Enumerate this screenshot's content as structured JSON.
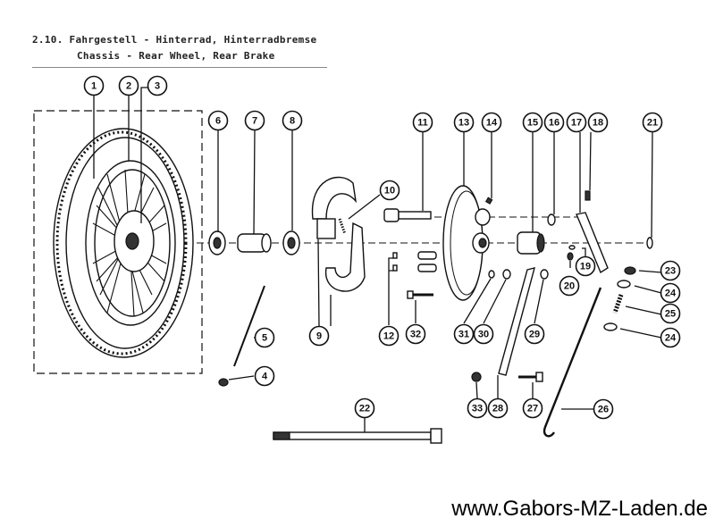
{
  "header": {
    "title_de": "2.10. Fahrgestell - Hinterrad, Hinterradbremse",
    "title_en": "Chassis - Rear Wheel, Rear Brake"
  },
  "footer": {
    "website": "www.Gabors-MZ-Laden.de"
  },
  "callouts": [
    {
      "id": "c1",
      "label": "1"
    },
    {
      "id": "c2",
      "label": "2"
    },
    {
      "id": "c3",
      "label": "3"
    },
    {
      "id": "c4",
      "label": "4"
    },
    {
      "id": "c5",
      "label": "5"
    },
    {
      "id": "c6",
      "label": "6"
    },
    {
      "id": "c7",
      "label": "7"
    },
    {
      "id": "c8",
      "label": "8"
    },
    {
      "id": "c9",
      "label": "9"
    },
    {
      "id": "c10",
      "label": "10"
    },
    {
      "id": "c11",
      "label": "11"
    },
    {
      "id": "c12",
      "label": "12"
    },
    {
      "id": "c13",
      "label": "13"
    },
    {
      "id": "c14",
      "label": "14"
    },
    {
      "id": "c15",
      "label": "15"
    },
    {
      "id": "c16",
      "label": "16"
    },
    {
      "id": "c17",
      "label": "17"
    },
    {
      "id": "c18",
      "label": "18"
    },
    {
      "id": "c19",
      "label": "19"
    },
    {
      "id": "c20",
      "label": "20"
    },
    {
      "id": "c21",
      "label": "21"
    },
    {
      "id": "c22",
      "label": "22"
    },
    {
      "id": "c23",
      "label": "23"
    },
    {
      "id": "c24a",
      "label": "24"
    },
    {
      "id": "c25",
      "label": "25"
    },
    {
      "id": "c24b",
      "label": "24"
    },
    {
      "id": "c26",
      "label": "26"
    },
    {
      "id": "c27",
      "label": "27"
    },
    {
      "id": "c28",
      "label": "28"
    },
    {
      "id": "c29",
      "label": "29"
    },
    {
      "id": "c30",
      "label": "30"
    },
    {
      "id": "c31",
      "label": "31"
    },
    {
      "id": "c32",
      "label": "32"
    },
    {
      "id": "c33",
      "label": "33"
    }
  ]
}
